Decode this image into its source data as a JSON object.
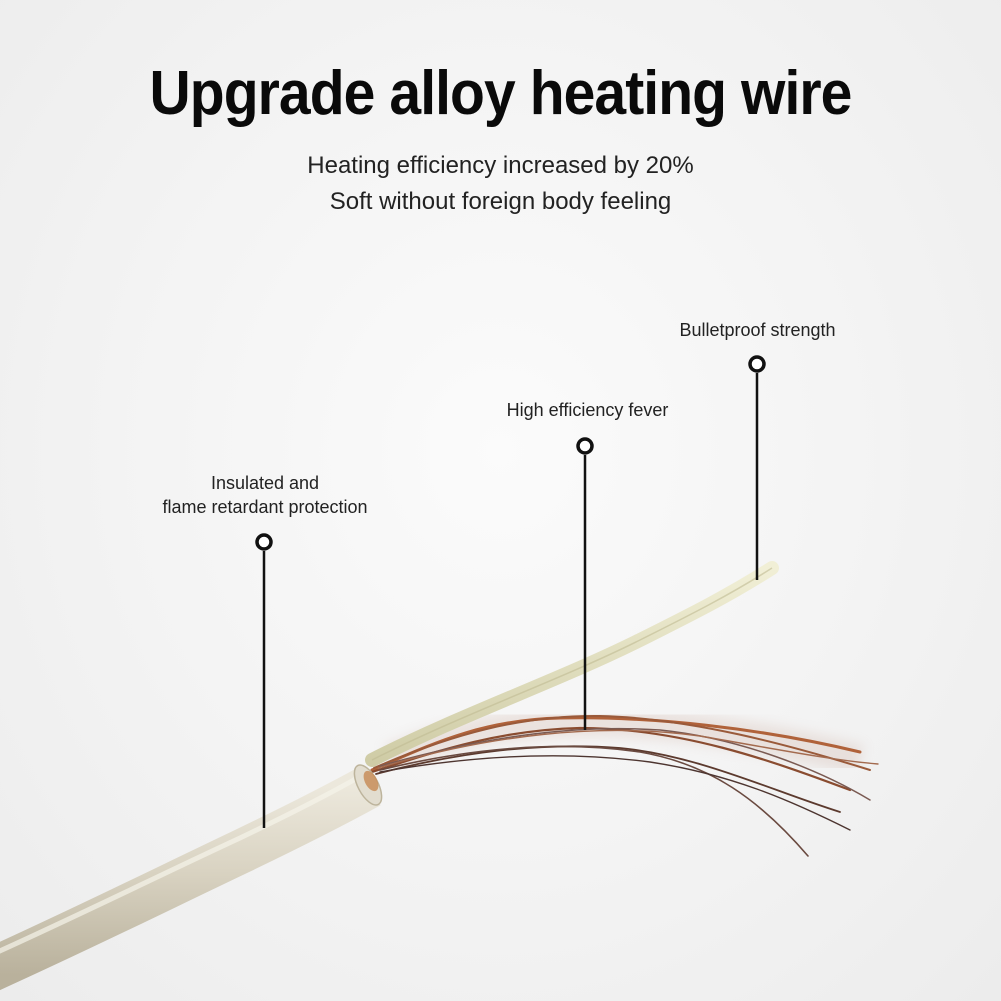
{
  "title": "Upgrade alloy heating wire",
  "subtitle_lines": [
    "Heating efficiency increased by 20%",
    "Soft without foreign body feeling"
  ],
  "callouts": {
    "bulletproof": "Bulletproof strength",
    "high_efficiency": "High efficiency fever",
    "insulated_line1": "Insulated and",
    "insulated_line2": "flame retardant protection"
  },
  "colors": {
    "insulation": "#d8d3c4",
    "inner_fiber": "#e6e4c8",
    "copper": "#b0623a"
  }
}
